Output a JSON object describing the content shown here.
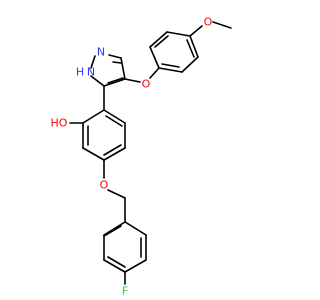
{
  "molecule": {
    "atoms": {
      "n_upper": "N",
      "n_lower": "N",
      "nh_h": "H",
      "ether_o_top": "O",
      "methoxy_o": "O",
      "hydroxyl": "HO",
      "benzyl_o": "O",
      "fluorine": "F"
    },
    "colors": {
      "nitrogen": "#3333ff",
      "oxygen": "#ff0000",
      "fluorine": "#33cc33",
      "bond": "#000000"
    }
  }
}
